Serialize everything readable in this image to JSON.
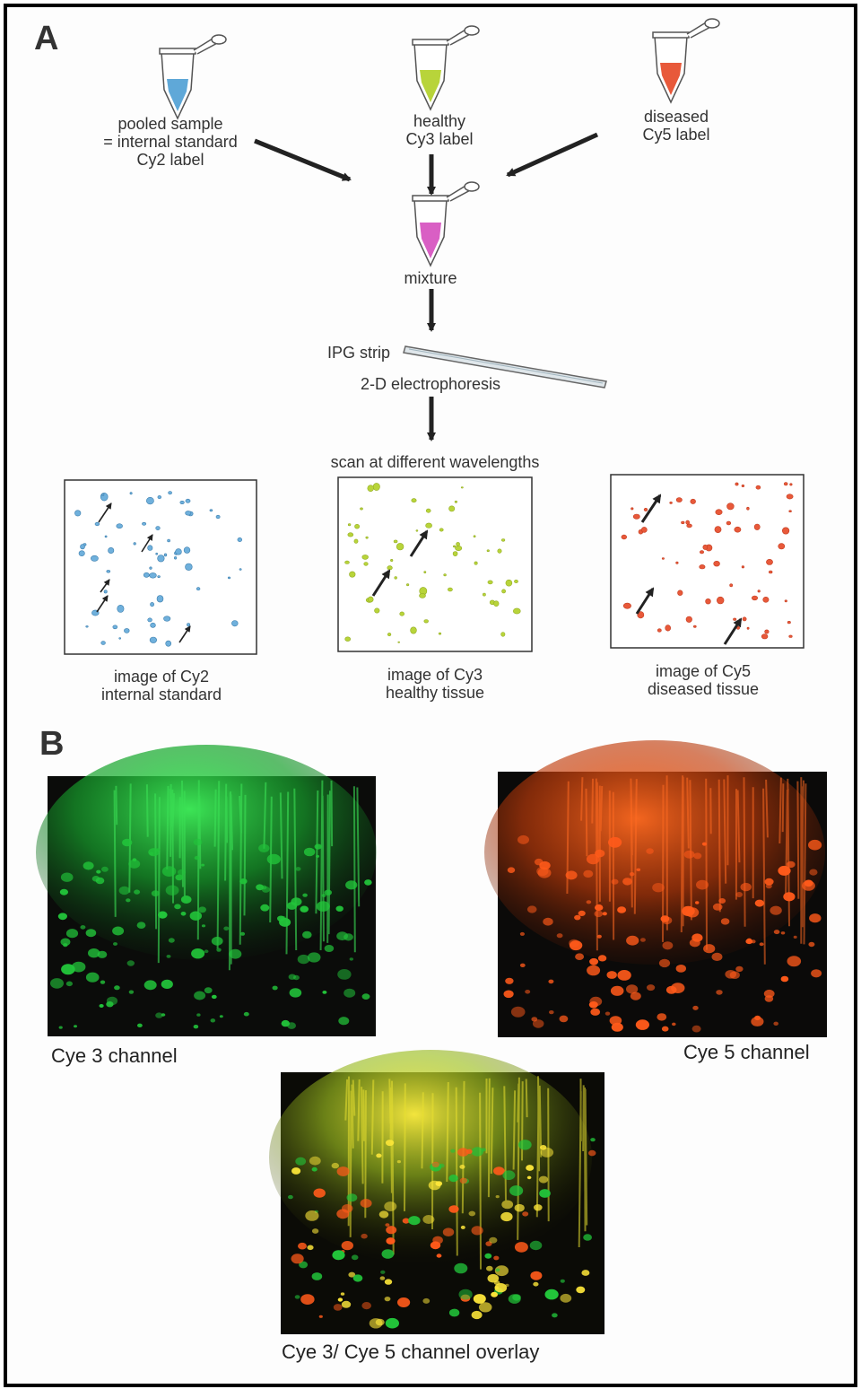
{
  "panel_a": {
    "letter": "A",
    "pooled_label": "pooled sample\n= internal standard\nCy2 label",
    "healthy_label": "healthy\nCy3 label",
    "diseased_label": "diseased\nCy5 label",
    "mixture_label": "mixture",
    "ipg_label": "IPG strip",
    "electrophoresis_label": "2-D electrophoresis",
    "scan_label": "scan at different wavelengths",
    "cy2_caption": "image of Cy2\ninternal standard",
    "cy3_caption": "image of Cy3\nhealthy tissue",
    "cy5_caption": "image of Cy5\ndiseased tissue"
  },
  "panel_b": {
    "letter": "B",
    "cy3_caption": "Cye 3 channel",
    "cy5_caption": "Cye 5 channel",
    "overlay_caption": "Cye 3/ Cye 5 channel overlay"
  },
  "colors": {
    "cy2": "#5fa8d8",
    "cy3": "#b8d43a",
    "cy5": "#e8593a",
    "mixture": "#d95fc4",
    "gel_green": "#22c43a",
    "gel_red": "#ff5a1a",
    "gel_yellow": "#ffe83a"
  }
}
